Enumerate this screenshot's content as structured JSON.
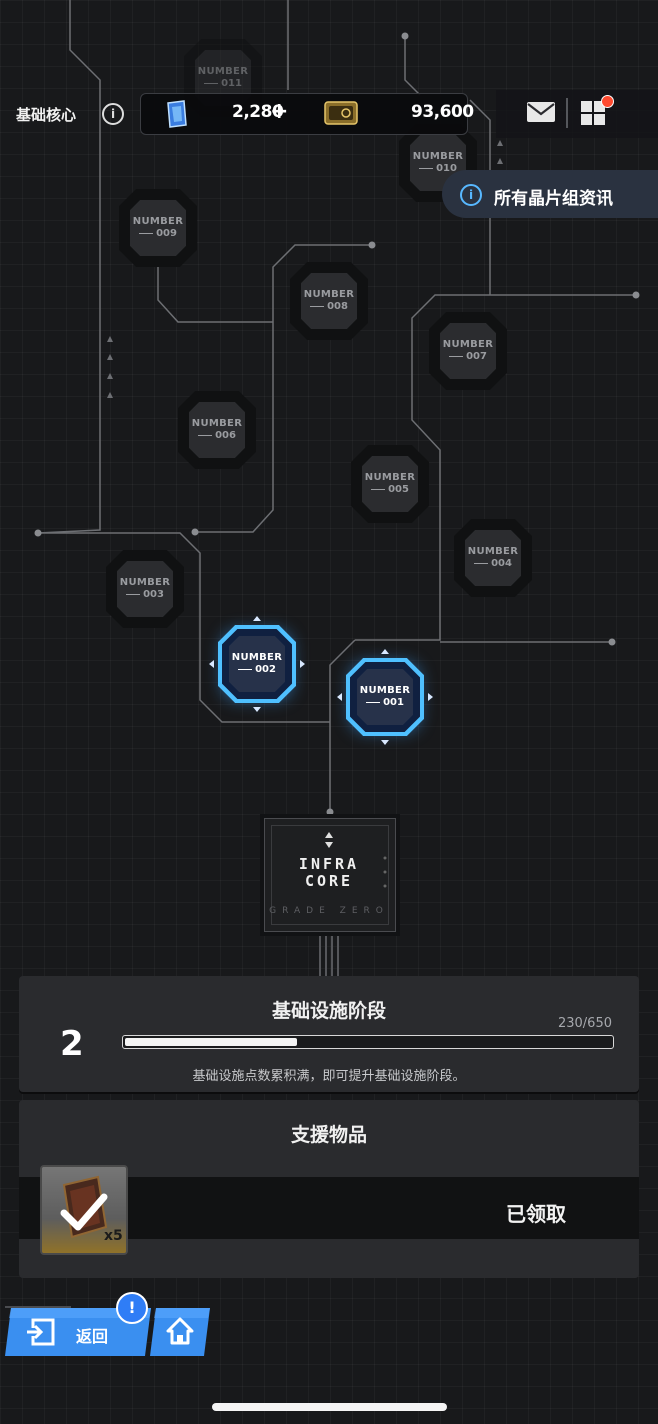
{
  "header": {
    "title": "基础核心",
    "info_icon": "i",
    "crystal_amount": "2,280",
    "plus_label": "+",
    "ticket_amount": "93,600"
  },
  "chip_info_button": {
    "label": "所有晶片组资讯",
    "icon": "i"
  },
  "nodes": [
    {
      "label": "NUMBER",
      "num": "011"
    },
    {
      "label": "NUMBER",
      "num": "010"
    },
    {
      "label": "NUMBER",
      "num": "009"
    },
    {
      "label": "NUMBER",
      "num": "008"
    },
    {
      "label": "NUMBER",
      "num": "007"
    },
    {
      "label": "NUMBER",
      "num": "006"
    },
    {
      "label": "NUMBER",
      "num": "005"
    },
    {
      "label": "NUMBER",
      "num": "004"
    },
    {
      "label": "NUMBER",
      "num": "003"
    },
    {
      "label": "NUMBER",
      "num": "002"
    },
    {
      "label": "NUMBER",
      "num": "001"
    }
  ],
  "core": {
    "line1": "INFRA",
    "line2": "CORE",
    "grade": "GRADE ZERO"
  },
  "stage": {
    "title": "基础设施阶段",
    "level": "2",
    "count": "230/650",
    "progress": 0.354,
    "description": "基础设施点数累积满，即可提升基础设施阶段。"
  },
  "support": {
    "title": "支援物品",
    "item_qty": "x5",
    "status": "已领取"
  },
  "bottom": {
    "back_label": "返回",
    "alert_badge": "!"
  },
  "colors": {
    "accent": "#4fc0ff",
    "notification": "#ff4a2f",
    "button_blue": "#3a8ff0"
  },
  "icons": [
    "info-icon",
    "crystal-icon",
    "plus-icon",
    "ticket-icon",
    "mail-icon",
    "grid-menu-icon",
    "checkmark-icon",
    "exit-icon",
    "home-icon"
  ]
}
